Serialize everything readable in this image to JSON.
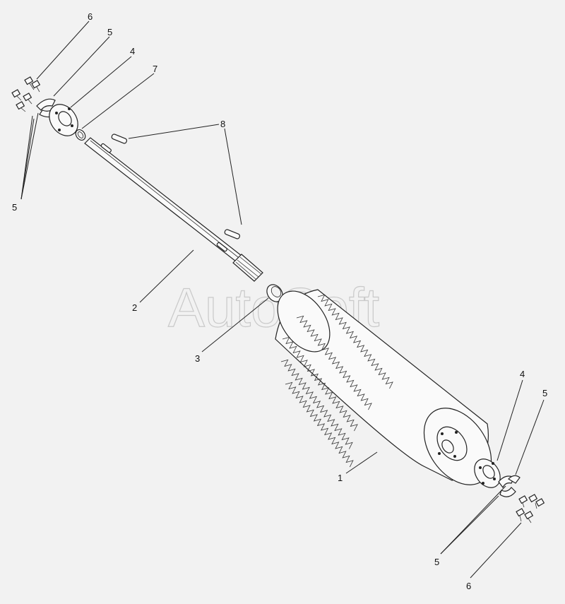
{
  "watermark": "AutoSoft",
  "callouts": {
    "c1": "1",
    "c2": "2",
    "c3": "3",
    "c4_top": "4",
    "c4_right": "4",
    "c5_top": "5",
    "c5_left": "5",
    "c5_right": "5",
    "c5_bottom": "5",
    "c6_top": "6",
    "c6_bottom": "6",
    "c7": "7",
    "c8": "8"
  }
}
